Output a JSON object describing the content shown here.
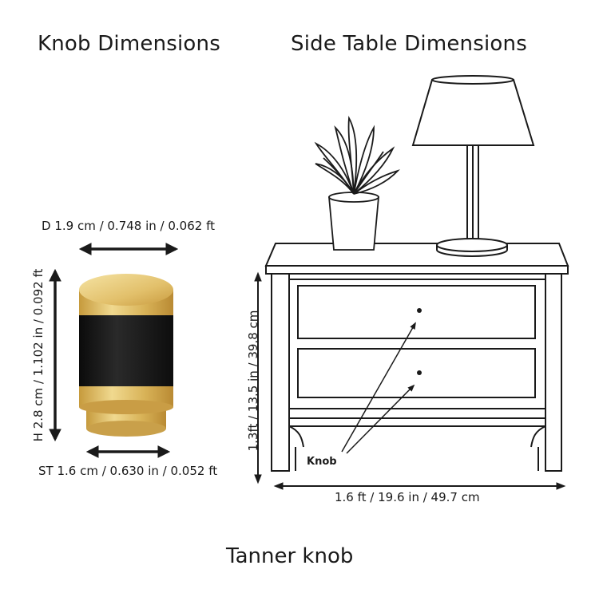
{
  "titles": {
    "knob": "Knob  Dimensions",
    "table": "Side Table Dimensions"
  },
  "knob": {
    "diameter": "D 1.9 cm / 0.748 in / 0.062 ft",
    "height": "H 2.8 cm / 1.102 in / 0.092 ft",
    "stem": "ST 1.6 cm / 0.630 in / 0.052 ft"
  },
  "table": {
    "height": "1.3ft / 13.5 in / 39.8 cm",
    "width": "1.6 ft / 19.6 in / 49.7 cm",
    "knob_label": "Knob"
  },
  "footer": "Tanner knob",
  "colors": {
    "gold": "#d9b45a",
    "gold_light": "#f1dc95",
    "black_band": "#151515",
    "line": "#1a1a1a"
  }
}
